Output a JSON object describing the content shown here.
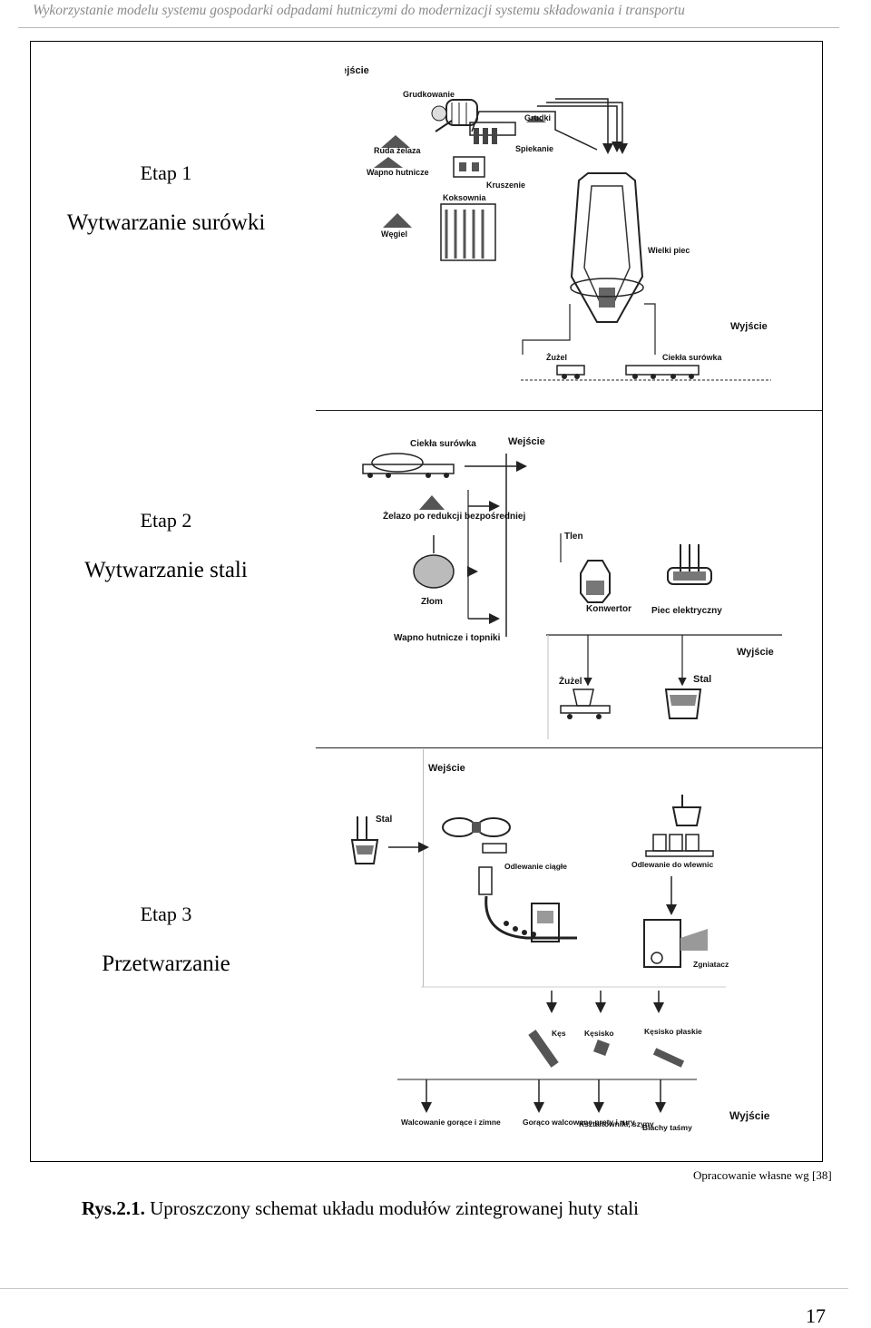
{
  "header": {
    "running_title": "Wykorzystanie modelu systemu gospodarki odpadami hutniczymi do modernizacji systemu składowania i transportu"
  },
  "stages": [
    {
      "number": "Etap 1",
      "title": "Wytwarzanie surówki"
    },
    {
      "number": "Etap 2",
      "title": "Wytwarzanie stali"
    },
    {
      "number": "Etap 3",
      "title": "Przetwarzanie"
    }
  ],
  "stage1": {
    "input": "Wejście",
    "labels": [
      "Grudkowanie",
      "Grudki",
      "Ruda żelaza",
      "Spiekanie",
      "Wapno hutnicze",
      "Kruszenie",
      "Koksownia",
      "Węgiel",
      "Wielki piec"
    ],
    "output": "Wyjście",
    "outputs": [
      "Żużel",
      "Ciekła surówka"
    ]
  },
  "stage2": {
    "input": "Wejście",
    "labels": [
      "Ciekła surówka",
      "Żelazo po redukcji bezpośredniej",
      "Złom",
      "Wapno hutnicze i topniki",
      "Tlen",
      "Konwertor",
      "Piec elektryczny"
    ],
    "output": "Wyjście",
    "outputs": [
      "Żużel",
      "Stal"
    ]
  },
  "stage3": {
    "input": "Wejście",
    "labels": [
      "Stal",
      "Odlewanie ciągłe",
      "Odlewanie do wlewnic",
      "Zgniatacz",
      "Kęs",
      "Kęsisko",
      "Kęsisko płaskie"
    ],
    "output": "Wyjście",
    "outputs": [
      "Walcowanie gorące i zimne",
      "Gorąco walcowane pręty i rury",
      "Kształtowniki, szyny",
      "Blachy taśmy"
    ]
  },
  "source_note": "Opracowanie własne wg [38]",
  "caption": {
    "label": "Rys.2.1.",
    "text": " Uproszczony schemat układu modułów zintegrowanej huty stali"
  },
  "page_number": "17"
}
